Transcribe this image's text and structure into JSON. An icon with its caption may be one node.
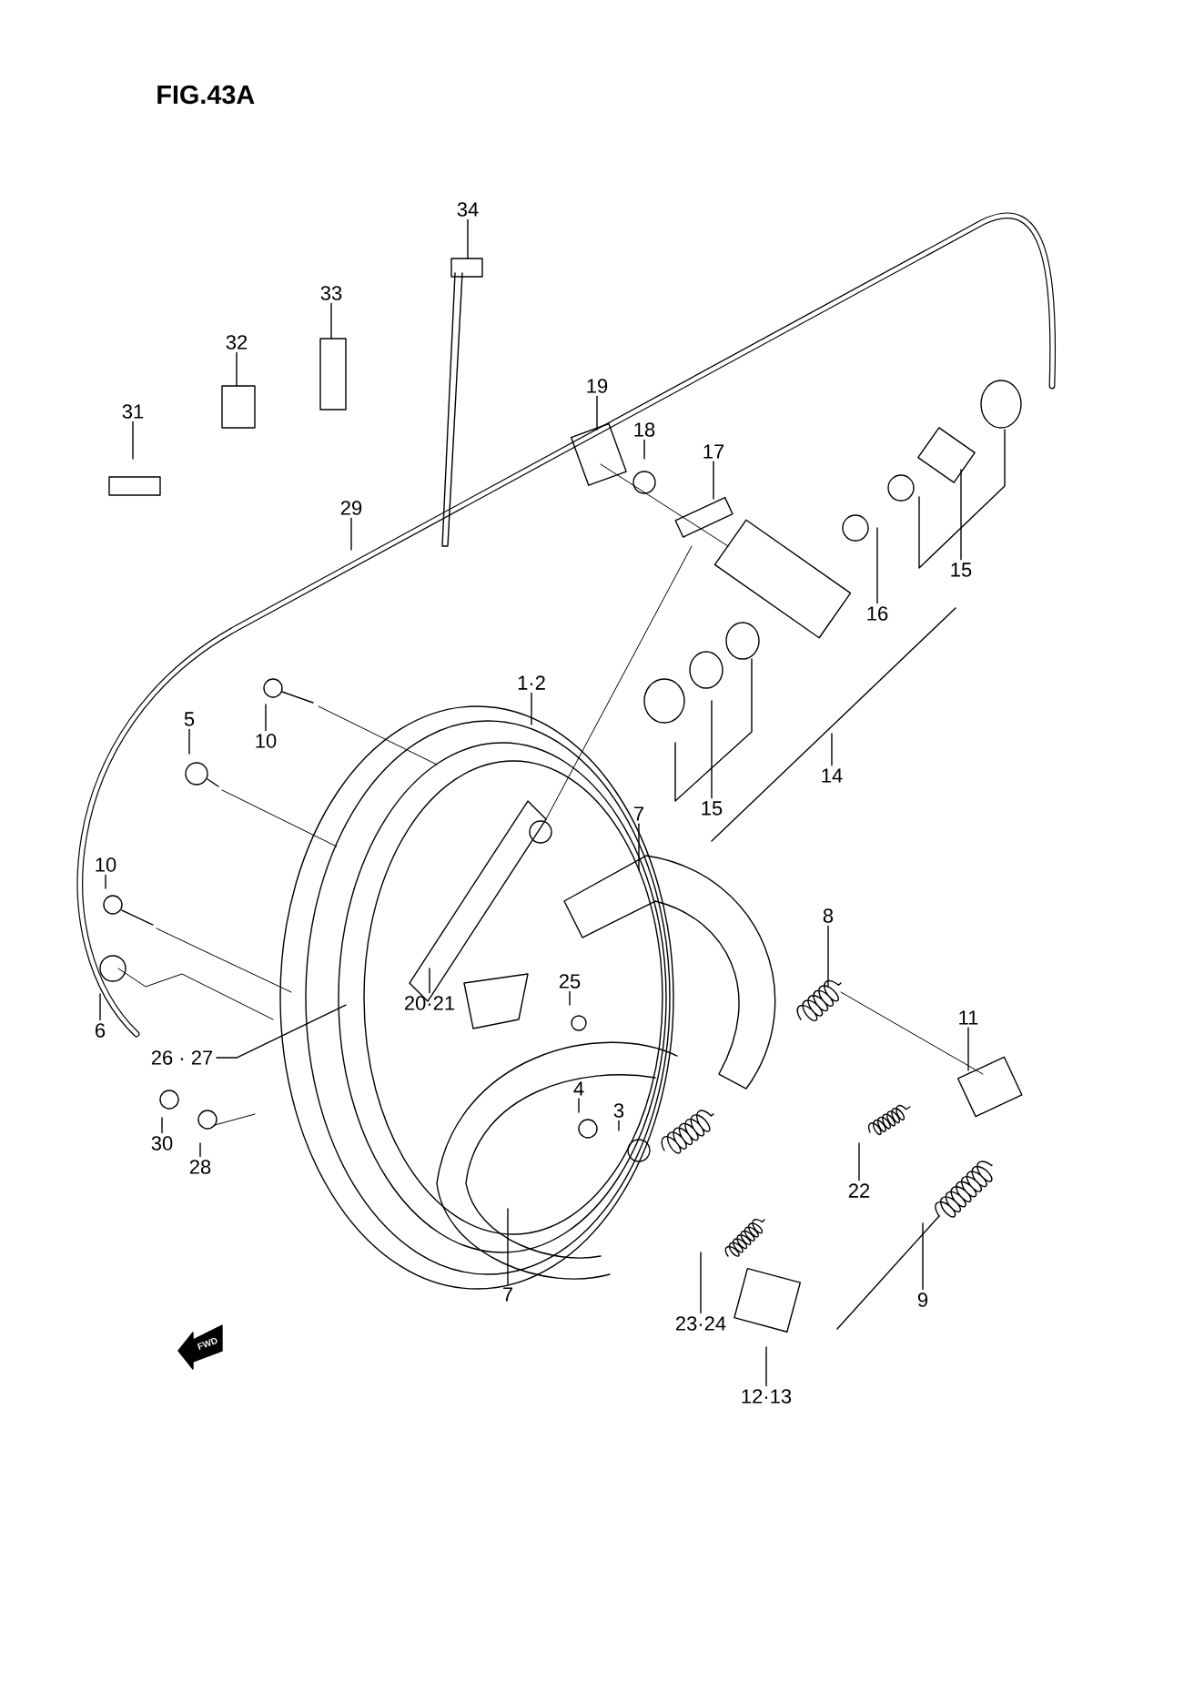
{
  "diagram": {
    "title": "FIG.43A",
    "nodes": [
      {
        "text": [
          "34"
        ]
      },
      {
        "text": [
          "33"
        ]
      },
      {
        "text": [
          "32"
        ]
      },
      {
        "text": [
          "19"
        ]
      },
      {
        "text": [
          "31"
        ]
      },
      {
        "text": [
          "18"
        ]
      },
      {
        "text": [
          "17"
        ]
      },
      {
        "text": [
          "29"
        ]
      },
      {
        "text": [
          "15"
        ]
      },
      {
        "text": [
          "16"
        ]
      },
      {
        "text": [
          "1·2"
        ]
      },
      {
        "text": [
          "5"
        ]
      },
      {
        "text": [
          "10"
        ]
      },
      {
        "text": [
          "14"
        ]
      },
      {
        "text": [
          "15"
        ]
      },
      {
        "text": [
          "7"
        ]
      },
      {
        "text": [
          "10"
        ]
      },
      {
        "text": [
          "8"
        ]
      },
      {
        "text": [
          "20·21"
        ]
      },
      {
        "text": [
          "25"
        ]
      },
      {
        "text": [
          "11"
        ]
      },
      {
        "text": [
          "6"
        ]
      },
      {
        "text": [
          "26 · 27"
        ]
      },
      {
        "text": [
          "4"
        ]
      },
      {
        "text": [
          "3"
        ]
      },
      {
        "text": [
          "30"
        ]
      },
      {
        "text": [
          "28"
        ]
      },
      {
        "text": [
          "22"
        ]
      },
      {
        "text": [
          "7"
        ]
      },
      {
        "text": [
          "9"
        ]
      },
      {
        "text": [
          "23·24"
        ]
      },
      {
        "text": [
          "12·13"
        ]
      },
      {
        "text": [],
        "shape": "bracket"
      },
      {
        "text": [],
        "shape": "bracket"
      }
    ],
    "edges": [
      {
        "from": 0,
        "to": null,
        "arrow": "none"
      },
      {
        "from": 1,
        "to": null,
        "arrow": "none"
      },
      {
        "from": 2,
        "to": null,
        "arrow": "none"
      },
      {
        "from": 3,
        "to": null,
        "arrow": "none"
      },
      {
        "from": 4,
        "to": null,
        "arrow": "none"
      },
      {
        "from": 5,
        "to": null,
        "arrow": "none"
      },
      {
        "from": 6,
        "to": null,
        "arrow": "none"
      },
      {
        "from": 7,
        "to": null,
        "arrow": "none"
      },
      {
        "from": 8,
        "to": 32,
        "arrow": "none"
      },
      {
        "from": 9,
        "to": null,
        "arrow": "none"
      },
      {
        "from": 10,
        "to": null,
        "arrow": "none"
      },
      {
        "from": 11,
        "to": null,
        "arrow": "none"
      },
      {
        "from": 12,
        "to": null,
        "arrow": "none"
      },
      {
        "from": 13,
        "to": null,
        "arrow": "none"
      },
      {
        "from": 14,
        "to": 33,
        "arrow": "none"
      },
      {
        "from": 15,
        "to": null,
        "arrow": "none"
      },
      {
        "from": 16,
        "to": null,
        "arrow": "none"
      },
      {
        "from": 17,
        "to": null,
        "arrow": "none"
      },
      {
        "from": 18,
        "to": null,
        "arrow": "none"
      },
      {
        "from": 19,
        "to": null,
        "arrow": "none"
      },
      {
        "from": 20,
        "to": null,
        "arrow": "none"
      },
      {
        "from": 21,
        "to": null,
        "arrow": "none"
      },
      {
        "from": 22,
        "to": null,
        "arrow": "none"
      },
      {
        "from": 23,
        "to": null,
        "arrow": "none"
      },
      {
        "from": 24,
        "to": null,
        "arrow": "none"
      },
      {
        "from": 25,
        "to": null,
        "arrow": "none"
      },
      {
        "from": 26,
        "to": null,
        "arrow": "none"
      },
      {
        "from": 27,
        "to": null,
        "arrow": "none"
      },
      {
        "from": 28,
        "to": null,
        "arrow": "none"
      },
      {
        "from": 29,
        "to": null,
        "arrow": "none"
      },
      {
        "from": 30,
        "to": null,
        "arrow": "none"
      },
      {
        "from": 31,
        "to": null,
        "arrow": "none"
      }
    ],
    "labels": [
      "FWD"
    ]
  }
}
